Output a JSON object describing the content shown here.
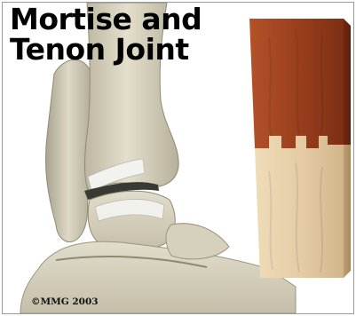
{
  "title": {
    "line1": "Mortise and",
    "line2": "Tenon Joint"
  },
  "copyright": "©MMG 2003",
  "colors": {
    "bone": "#d9d4c0",
    "cartilage": "#eeeeea",
    "mahogany": "#9a3f1e",
    "light_wood": "#e2c9a2",
    "border": "#9a9a9a"
  }
}
